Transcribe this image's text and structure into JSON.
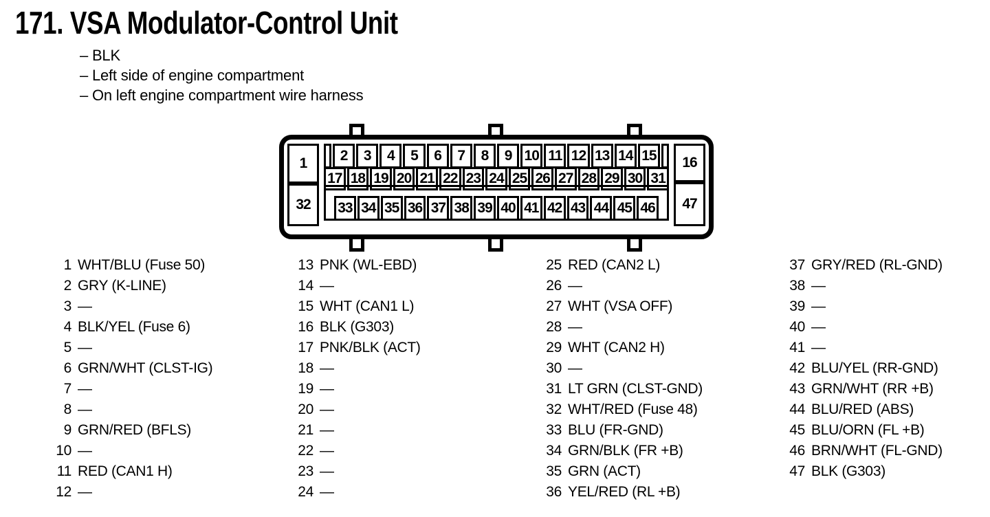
{
  "header": {
    "title": "171. VSA Modulator-Control Unit",
    "bullets": [
      "– BLK",
      "– Left side of engine compartment",
      "– On left engine compartment wire harness"
    ]
  },
  "connector": {
    "corner_pins": {
      "top_left": "1",
      "bottom_left": "32",
      "top_right": "16",
      "bottom_right": "47"
    },
    "row1": [
      "2",
      "3",
      "4",
      "5",
      "6",
      "7",
      "8",
      "9",
      "10",
      "11",
      "12",
      "13",
      "14",
      "15"
    ],
    "row2": [
      "17",
      "18",
      "19",
      "20",
      "21",
      "22",
      "23",
      "24",
      "25",
      "26",
      "27",
      "28",
      "29",
      "30",
      "31"
    ],
    "row3": [
      "33",
      "34",
      "35",
      "36",
      "37",
      "38",
      "39",
      "40",
      "41",
      "42",
      "43",
      "44",
      "45",
      "46"
    ]
  },
  "pinout": {
    "col1": [
      {
        "num": "1",
        "desc": "WHT/BLU (Fuse 50)"
      },
      {
        "num": "2",
        "desc": "GRY (K-LINE)"
      },
      {
        "num": "3",
        "desc": "—"
      },
      {
        "num": "4",
        "desc": "BLK/YEL (Fuse 6)"
      },
      {
        "num": "5",
        "desc": "—"
      },
      {
        "num": "6",
        "desc": "GRN/WHT (CLST-IG)"
      },
      {
        "num": "7",
        "desc": "—"
      },
      {
        "num": "8",
        "desc": "—"
      },
      {
        "num": "9",
        "desc": "GRN/RED (BFLS)"
      },
      {
        "num": "10",
        "desc": "—"
      },
      {
        "num": "11",
        "desc": "RED (CAN1 H)"
      },
      {
        "num": "12",
        "desc": "—"
      }
    ],
    "col2": [
      {
        "num": "13",
        "desc": "PNK (WL-EBD)"
      },
      {
        "num": "14",
        "desc": "—"
      },
      {
        "num": "15",
        "desc": "WHT (CAN1 L)"
      },
      {
        "num": "16",
        "desc": "BLK (G303)"
      },
      {
        "num": "17",
        "desc": "PNK/BLK (ACT)"
      },
      {
        "num": "18",
        "desc": "—"
      },
      {
        "num": "19",
        "desc": "—"
      },
      {
        "num": "20",
        "desc": "—"
      },
      {
        "num": "21",
        "desc": "—"
      },
      {
        "num": "22",
        "desc": "—"
      },
      {
        "num": "23",
        "desc": "—"
      },
      {
        "num": "24",
        "desc": "—"
      }
    ],
    "col3": [
      {
        "num": "25",
        "desc": "RED (CAN2 L)"
      },
      {
        "num": "26",
        "desc": "—"
      },
      {
        "num": "27",
        "desc": "WHT (VSA OFF)"
      },
      {
        "num": "28",
        "desc": "—"
      },
      {
        "num": "29",
        "desc": "WHT (CAN2 H)"
      },
      {
        "num": "30",
        "desc": "—"
      },
      {
        "num": "31",
        "desc": "LT GRN (CLST-GND)"
      },
      {
        "num": "32",
        "desc": "WHT/RED (Fuse 48)"
      },
      {
        "num": "33",
        "desc": "BLU (FR-GND)"
      },
      {
        "num": "34",
        "desc": "GRN/BLK (FR +B)"
      },
      {
        "num": "35",
        "desc": "GRN (ACT)"
      },
      {
        "num": "36",
        "desc": "YEL/RED (RL +B)"
      }
    ],
    "col4": [
      {
        "num": "37",
        "desc": "GRY/RED (RL-GND)"
      },
      {
        "num": "38",
        "desc": "—"
      },
      {
        "num": "39",
        "desc": "—"
      },
      {
        "num": "40",
        "desc": "—"
      },
      {
        "num": "41",
        "desc": "—"
      },
      {
        "num": "42",
        "desc": "BLU/YEL (RR-GND)"
      },
      {
        "num": "43",
        "desc": "GRN/WHT (RR +B)"
      },
      {
        "num": "44",
        "desc": "BLU/RED (ABS)"
      },
      {
        "num": "45",
        "desc": "BLU/ORN (FL +B)"
      },
      {
        "num": "46",
        "desc": "BRN/WHT (FL-GND)"
      },
      {
        "num": "47",
        "desc": "BLK (G303)"
      }
    ]
  }
}
